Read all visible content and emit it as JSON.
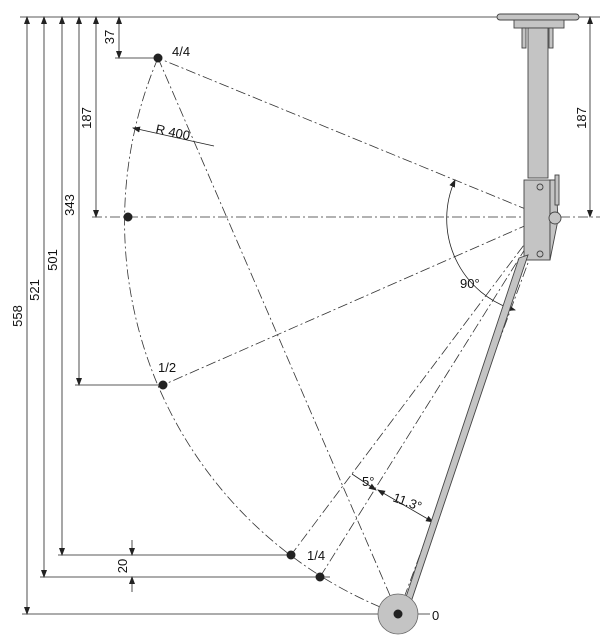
{
  "dimensions": {
    "d558": "558",
    "d521": "521",
    "d501": "501",
    "d343": "343",
    "d187_left": "187",
    "d37": "37",
    "d20": "20",
    "d187_right": "187"
  },
  "labels": {
    "radius": "R 400",
    "angle_90": "90°",
    "angle_5": "5°",
    "angle_11_3": "11.3°",
    "pos_4_4": "4/4",
    "pos_1_2": "1/2",
    "pos_1_4": "1/4",
    "pos_0": "0"
  },
  "colors": {
    "part_fill": "#c4c4c4",
    "line": "#222222"
  }
}
